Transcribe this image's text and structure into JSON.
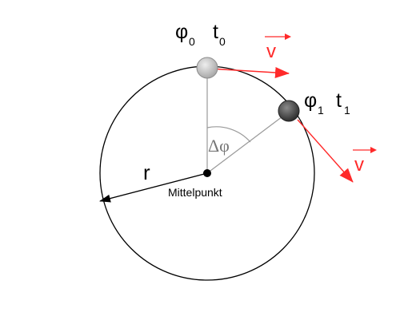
{
  "diagram": {
    "labels": {
      "phi0": "φ",
      "phi0_sub": "0",
      "t0": "t",
      "t0_sub": "0",
      "phi1": "φ",
      "phi1_sub": "1",
      "t1": "t",
      "t1_sub": "1",
      "velocity_top": "v",
      "velocity_right": "v",
      "radius": "r",
      "delta_phi": "Δφ",
      "center": "Mittelpunkt"
    },
    "colors": {
      "velocity": "#ff2a2a",
      "circle": "#000000",
      "radius_lines": "#9a9a9a",
      "ball_start": "#c8c8c8",
      "ball_end": "#4a4a4a"
    }
  }
}
